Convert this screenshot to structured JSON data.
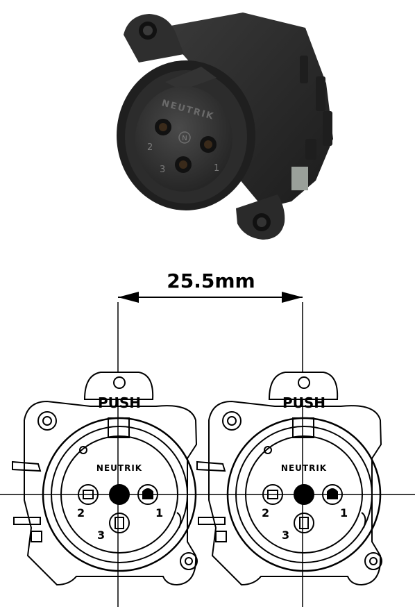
{
  "dimension": {
    "label": "25.5mm"
  },
  "connectors": [
    {
      "push_label": "PUSH",
      "brand": "NEUTRIK",
      "pins": [
        "1",
        "2",
        "3"
      ]
    },
    {
      "push_label": "PUSH",
      "brand": "NEUTRIK",
      "pins": [
        "1",
        "2",
        "3"
      ]
    }
  ],
  "photo": {
    "brand": "NEUTRIK",
    "pins": [
      "1",
      "2",
      "3"
    ],
    "logo": "N"
  },
  "colors": {
    "photo_body": "#2b2b2b",
    "photo_face": "#3a3a3a",
    "line": "#000000"
  }
}
